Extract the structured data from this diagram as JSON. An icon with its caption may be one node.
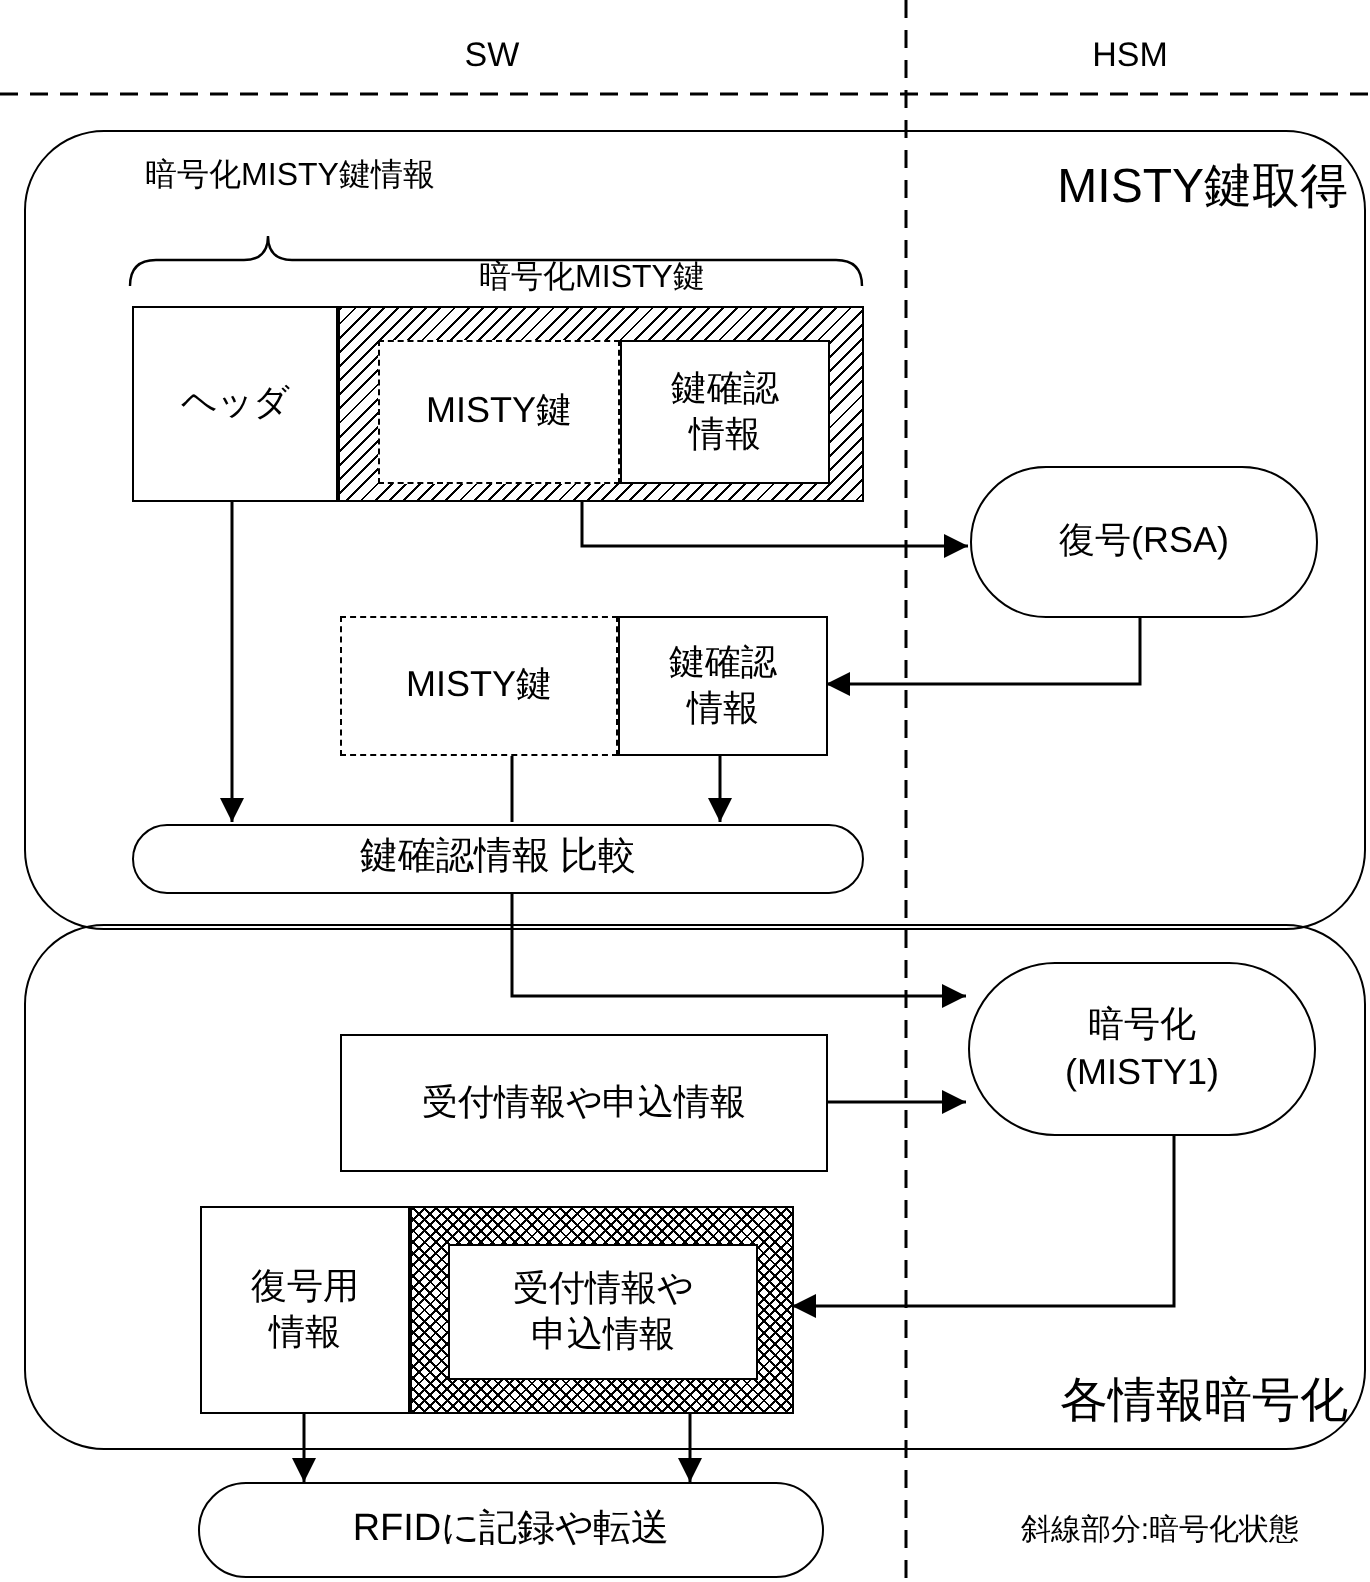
{
  "diagram": {
    "nodes": [
      {
        "text": [
          "MISTY鍵取得"
        ]
      },
      {
        "text": [
          "各情報暗号化"
        ]
      },
      {
        "text": [
          "ヘッダ"
        ],
        "in": 0
      },
      {
        "text": [],
        "shape": "box",
        "in": 0
      },
      {
        "text": [
          "MISTY鍵"
        ],
        "in": 3
      },
      {
        "text": [
          "鍵確認情報"
        ],
        "in": 3
      },
      {
        "text": [
          "復号(RSA)"
        ],
        "in": 0
      },
      {
        "text": [
          "MISTY鍵"
        ],
        "in": 0
      },
      {
        "text": [
          "鍵確認情報"
        ],
        "in": 0
      },
      {
        "text": [
          "鍵確認情報 比較"
        ],
        "in": 0
      },
      {
        "text": [
          "暗号化 (MISTY1)"
        ],
        "in": 1
      },
      {
        "text": [
          "受付情報や申込情報"
        ],
        "in": 1
      },
      {
        "text": [
          "復号用情報"
        ],
        "in": 1
      },
      {
        "text": [],
        "shape": "box",
        "in": 1
      },
      {
        "text": [
          "受付情報や申込情報"
        ],
        "in": 13
      },
      {
        "text": [
          "RFIDに記録や転送"
        ]
      }
    ],
    "edges": [
      {
        "from": 3,
        "to": 6,
        "arrow": "to"
      },
      {
        "from": 6,
        "to": 8,
        "arrow": "to"
      },
      {
        "from": 2,
        "to": 9,
        "arrow": "to"
      },
      {
        "from": 8,
        "to": 9,
        "arrow": "to"
      },
      {
        "from": 7,
        "to": 9,
        "arrow": "none"
      },
      {
        "from": 9,
        "to": 10,
        "arrow": "to"
      },
      {
        "from": 11,
        "to": 10,
        "arrow": "to"
      },
      {
        "from": 10,
        "to": 13,
        "arrow": "to"
      },
      {
        "from": 12,
        "to": 15,
        "arrow": "to"
      },
      {
        "from": 13,
        "to": 15,
        "arrow": "to"
      }
    ],
    "labels": [
      "SW",
      "HSM",
      "暗号化MISTY鍵情報",
      "暗号化MISTY鍵",
      "斜線部分:暗号化状態"
    ]
  }
}
